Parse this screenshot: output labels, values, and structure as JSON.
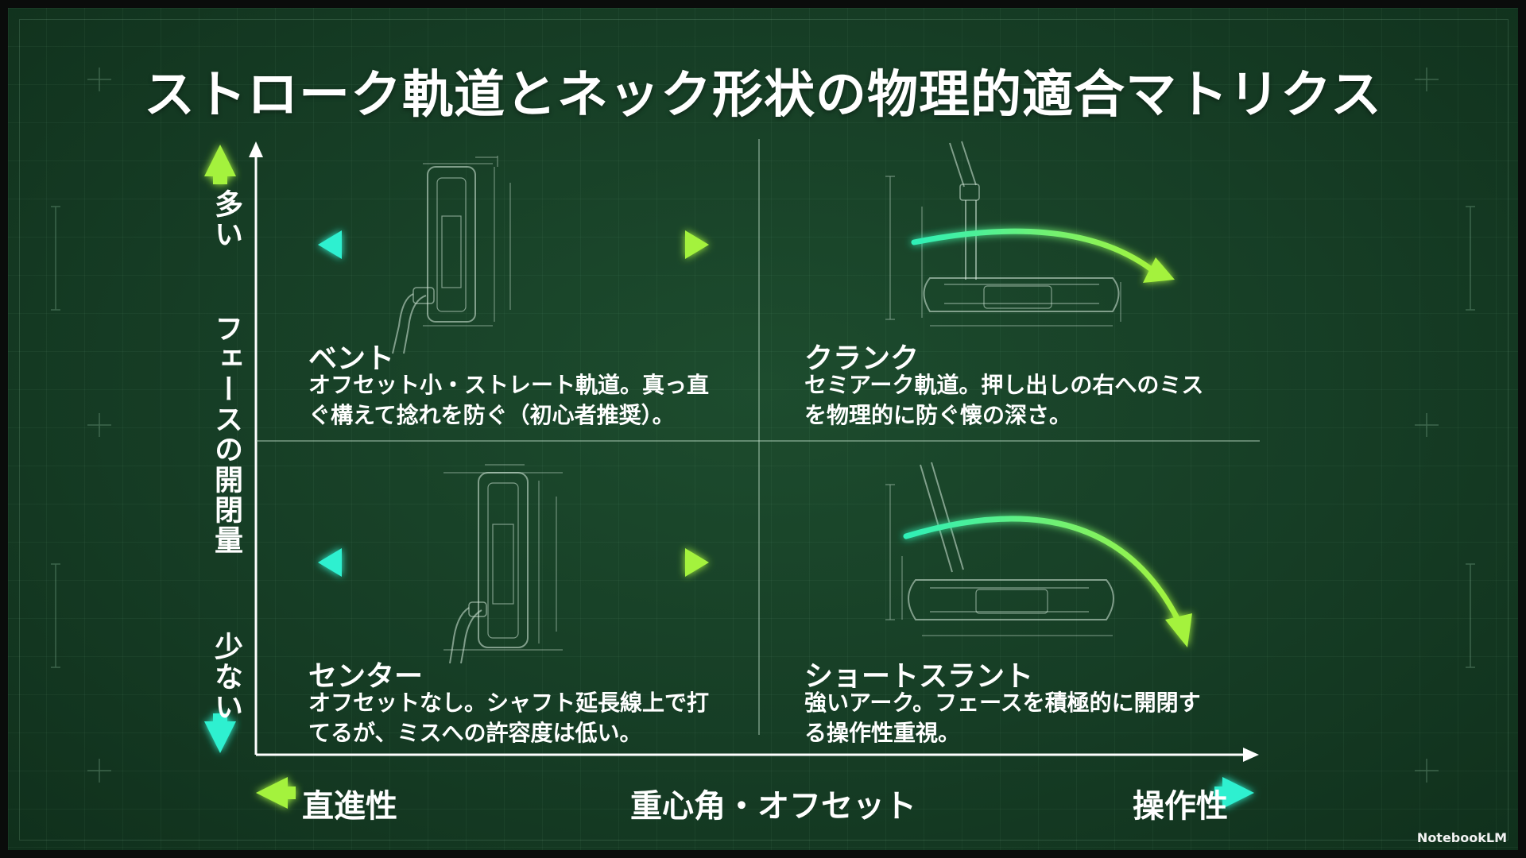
{
  "title": "ストローク軌道とネック形状の物理的適合マトリクス",
  "y_axis": {
    "top": "多い",
    "label": "フェースの開閉量",
    "bottom": "少ない"
  },
  "x_axis": {
    "left": "直進性",
    "label": "重心角・オフセット",
    "right": "操作性"
  },
  "quadrants": {
    "bent": {
      "name": "ベント",
      "desc_1": "オフセット小・ストレート軌道。真っ直",
      "desc_2": "ぐ構えて捻れを防ぐ（初心者推奨）。"
    },
    "crank": {
      "name": "クランク",
      "desc_1": "セミアーク軌道。押し出しの右へのミス",
      "desc_2": "を物理的に防ぐ懐の深さ。"
    },
    "center": {
      "name": "センター",
      "desc_1": "オフセットなし。シャフト延長線上で打",
      "desc_2": "てるが、ミスへの許容度は低い。"
    },
    "short_slant": {
      "name": "ショートスラント",
      "desc_1": "強いアーク。フェースを積極的に開閉す",
      "desc_2": "る操作性重視。"
    }
  },
  "colors": {
    "arrow_green": "#a4f23c",
    "arrow_cyan": "#2ff0d0",
    "axis": "#ffffff"
  },
  "brand": "NotebookLM"
}
